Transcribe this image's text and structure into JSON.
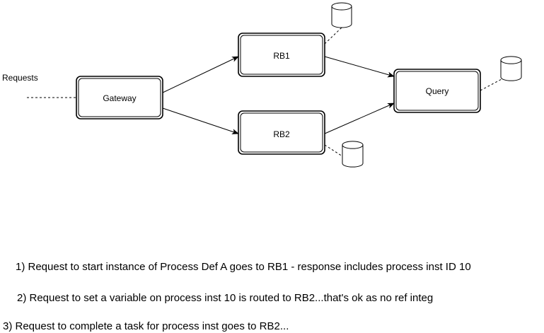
{
  "diagram": {
    "requests_label": "Requests",
    "nodes": {
      "gateway": "Gateway",
      "rb1": "RB1",
      "rb2": "RB2",
      "query": "Query"
    }
  },
  "notes": [
    "1) Request to start instance of Process Def A goes to RB1 - response includes process inst ID 10",
    "2) Request to set a variable on process inst 10 is routed to RB2...that's ok as no ref integ",
    "3) Request to complete a task for process inst goes to RB2..."
  ],
  "colors": {
    "stroke": "#000000",
    "background": "#ffffff"
  }
}
